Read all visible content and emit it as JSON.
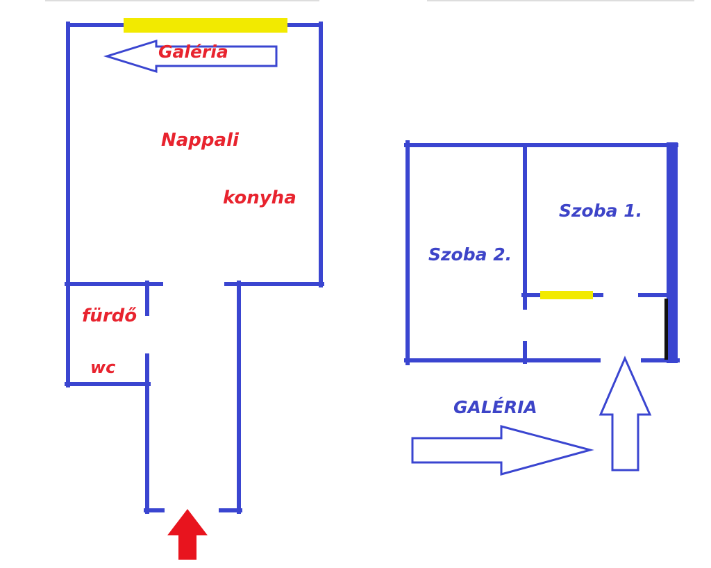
{
  "colors": {
    "wall": "#3a45d0",
    "accent_yellow": "#f2ea00",
    "label_red": "#e8232e",
    "label_blue": "#3d44c8",
    "arrow_outline": "#3a45d0",
    "entrance_arrow": "#e8141e"
  },
  "ground_floor": {
    "galeria_label": "Galéria",
    "nappali_label": "Nappali",
    "konyha_label": "konyha",
    "furdo_label": "fürdő",
    "wc_label": "wc"
  },
  "gallery_floor": {
    "szoba1_label": "Szoba 1.",
    "szoba2_label": "Szoba 2.",
    "galeria_label": "GALÉRIA"
  },
  "icons": {
    "entrance": "entrance-arrow-icon",
    "gallery_direction": "gallery-arrow-icon",
    "stairs_up": "up-arrow-icon"
  }
}
